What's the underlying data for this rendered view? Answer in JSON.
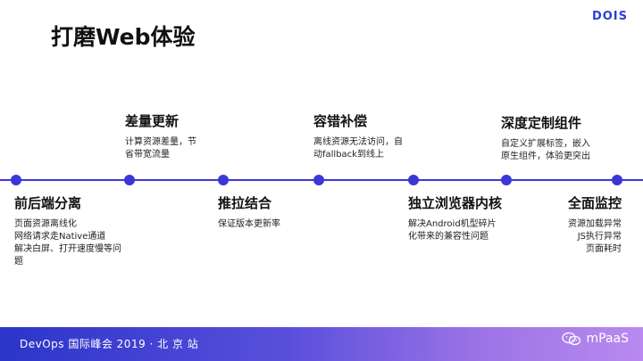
{
  "slide": {
    "title": "打磨Web体验",
    "logo": "DOIS"
  },
  "milestones": [
    {
      "title": "前后端分离",
      "desc": [
        "页面资源离线化",
        "网络请求走Native通道",
        "解决白屏、打开速度慢等问",
        "题"
      ]
    },
    {
      "title": "差量更新",
      "desc": [
        "计算资源差量，节",
        "省带宽流量"
      ]
    },
    {
      "title": "推拉结合",
      "desc": [
        "保证版本更新率"
      ]
    },
    {
      "title": "容错补偿",
      "desc": [
        "离线资源无法访问，自",
        "动fallback到线上"
      ]
    },
    {
      "title": "独立浏览器内核",
      "desc": [
        "解决Android机型碎片",
        "化带来的兼容性问题"
      ]
    },
    {
      "title": "深度定制组件",
      "desc": [
        "自定义扩展标签，嵌入",
        "原生组件，体验更突出"
      ]
    },
    {
      "title": "全面监控",
      "desc": [
        "资源加载异常",
        "JS执行异常",
        "页面耗时"
      ]
    }
  ],
  "footer": {
    "event": "DevOps 国际峰会 2019 · 北 京 站",
    "brand": "mPaaS",
    "brand_icon": "wechat-icon"
  },
  "colors": {
    "accent": "#3b37d6",
    "logo": "#2a3fd6",
    "footer_start": "#2b35c9",
    "footer_end": "#b98af0"
  }
}
